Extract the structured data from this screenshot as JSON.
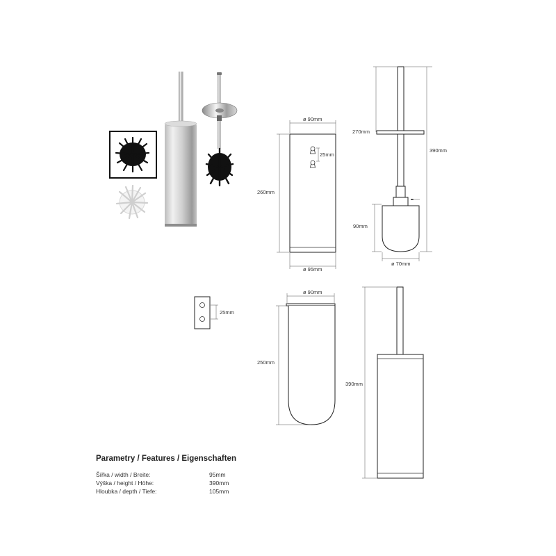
{
  "dimensions": {
    "front_top_width": "ø 90mm",
    "front_height": "260mm",
    "front_bottom_width": "ø 95mm",
    "hole_spacing": "25mm",
    "brush_stem_height": "270mm",
    "brush_total_height": "390mm",
    "brush_head_height": "90mm",
    "brush_head_diameter": "ø 70mm",
    "bracket_hole_spacing": "25mm",
    "insert_top_width": "ø 90mm",
    "insert_height": "250mm",
    "assembled_height": "390mm"
  },
  "parameters": {
    "title": "Parametry / Features / Eigenschaften",
    "rows": [
      {
        "label": "Šířka / width / Breite:",
        "value": "95mm"
      },
      {
        "label": "Výška / height / Höhe:",
        "value": "390mm"
      },
      {
        "label": "Hloubka / depth / Tiefe:",
        "value": "105mm"
      }
    ]
  },
  "colors": {
    "steel_light": "#e6e6e6",
    "steel_dark": "#9a9a9a",
    "bristle_black": "#111111",
    "bristle_white": "#f4f4f4"
  }
}
